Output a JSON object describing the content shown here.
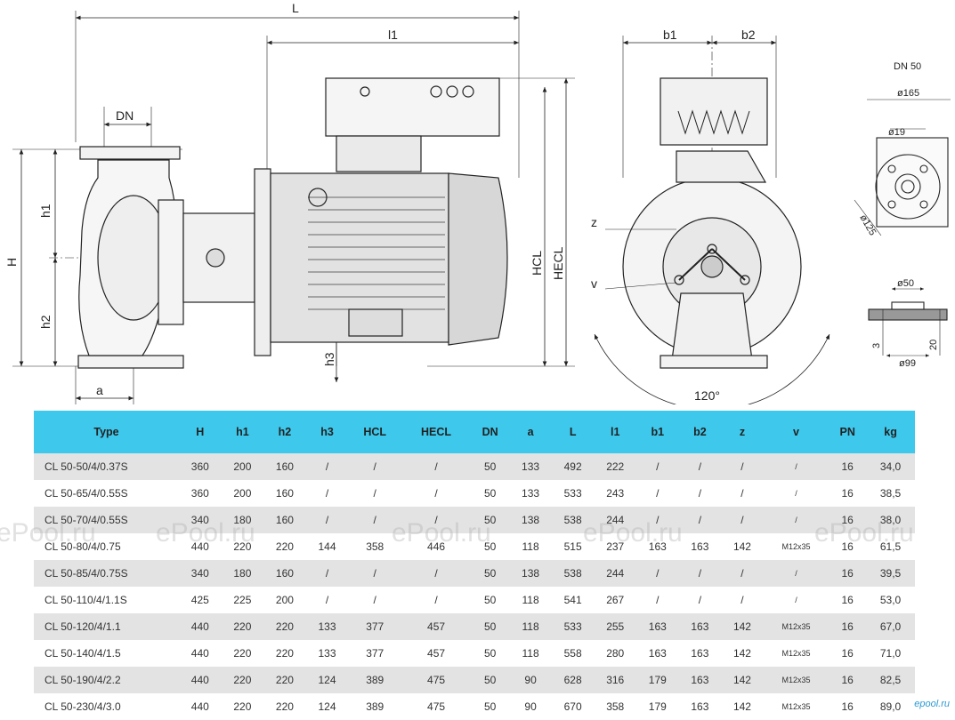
{
  "drawing": {
    "side_view": {
      "dim_L": "L",
      "dim_l1": "l1",
      "dim_DN": "DN",
      "dim_H": "H",
      "dim_h1": "h1",
      "dim_h2": "h2",
      "dim_h3": "h3",
      "dim_HCL": "HCL",
      "dim_HECL": "HECL",
      "dim_a": "a"
    },
    "front_view": {
      "dim_b1": "b1",
      "dim_b2": "b2",
      "dim_z": "z",
      "dim_v": "v",
      "angle": "120°"
    },
    "flange_detail": {
      "title": "DN 50",
      "d165": "ø165",
      "d19": "ø19",
      "d125": "ø125",
      "d50": "ø50",
      "d99": "ø99",
      "t3": "3",
      "t20": "20"
    }
  },
  "table": {
    "headers": [
      "Type",
      "H",
      "h1",
      "h2",
      "h3",
      "HCL",
      "HECL",
      "DN",
      "a",
      "L",
      "l1",
      "b1",
      "b2",
      "z",
      "v",
      "PN",
      "kg"
    ],
    "rows": [
      [
        "CL 50-50/4/0.37S",
        "360",
        "200",
        "160",
        "/",
        "/",
        "/",
        "50",
        "133",
        "492",
        "222",
        "/",
        "/",
        "/",
        "/",
        "16",
        "34,0"
      ],
      [
        "CL 50-65/4/0.55S",
        "360",
        "200",
        "160",
        "/",
        "/",
        "/",
        "50",
        "133",
        "533",
        "243",
        "/",
        "/",
        "/",
        "/",
        "16",
        "38,5"
      ],
      [
        "CL 50-70/4/0.55S",
        "340",
        "180",
        "160",
        "/",
        "/",
        "/",
        "50",
        "138",
        "538",
        "244",
        "/",
        "/",
        "/",
        "/",
        "16",
        "38,0"
      ],
      [
        "CL 50-80/4/0.75",
        "440",
        "220",
        "220",
        "144",
        "358",
        "446",
        "50",
        "118",
        "515",
        "237",
        "163",
        "163",
        "142",
        "M12x35",
        "16",
        "61,5"
      ],
      [
        "CL 50-85/4/0.75S",
        "340",
        "180",
        "160",
        "/",
        "/",
        "/",
        "50",
        "138",
        "538",
        "244",
        "/",
        "/",
        "/",
        "/",
        "16",
        "39,5"
      ],
      [
        "CL 50-110/4/1.1S",
        "425",
        "225",
        "200",
        "/",
        "/",
        "/",
        "50",
        "118",
        "541",
        "267",
        "/",
        "/",
        "/",
        "/",
        "16",
        "53,0"
      ],
      [
        "CL 50-120/4/1.1",
        "440",
        "220",
        "220",
        "133",
        "377",
        "457",
        "50",
        "118",
        "533",
        "255",
        "163",
        "163",
        "142",
        "M12x35",
        "16",
        "67,0"
      ],
      [
        "CL 50-140/4/1.5",
        "440",
        "220",
        "220",
        "133",
        "377",
        "457",
        "50",
        "118",
        "558",
        "280",
        "163",
        "163",
        "142",
        "M12x35",
        "16",
        "71,0"
      ],
      [
        "CL 50-190/4/2.2",
        "440",
        "220",
        "220",
        "124",
        "389",
        "475",
        "50",
        "90",
        "628",
        "316",
        "179",
        "163",
        "142",
        "M12x35",
        "16",
        "82,5"
      ],
      [
        "CL 50-230/4/3.0",
        "440",
        "220",
        "220",
        "124",
        "389",
        "475",
        "50",
        "90",
        "670",
        "358",
        "179",
        "163",
        "142",
        "M12x35",
        "16",
        "89,0"
      ]
    ]
  },
  "watermark": "ePool.ru",
  "brand": "epool.ru"
}
